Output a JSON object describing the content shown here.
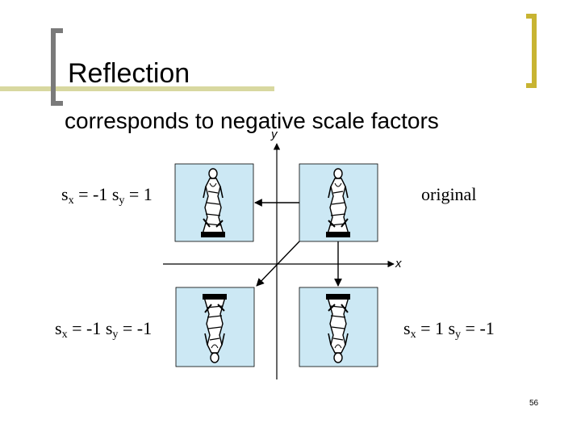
{
  "slide": {
    "title": "Reflection",
    "subtitle": "corresponds to negative scale factors",
    "page_number": "56"
  },
  "axes": {
    "x_label": "x",
    "y_label": "y"
  },
  "quadrants": {
    "top_left": {
      "sx": "-1",
      "sy": "1"
    },
    "top_right": {
      "label": "original"
    },
    "bottom_left": {
      "sx": "-1",
      "sy": "-1"
    },
    "bottom_right": {
      "sx": "1",
      "sy": "-1"
    }
  },
  "colors": {
    "accent": "#c8b432",
    "panel": "#cce8f4",
    "ink": "#000000"
  }
}
